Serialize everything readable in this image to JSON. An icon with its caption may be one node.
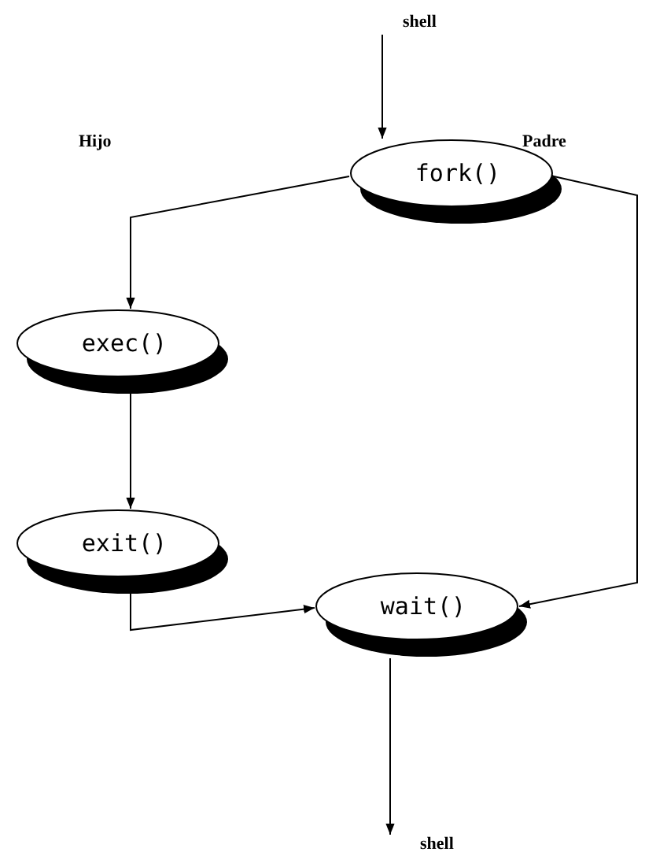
{
  "diagram": {
    "nodes": [
      {
        "text": [
          "shell"
        ]
      },
      {
        "text": [
          "fork()"
        ]
      },
      {
        "text": [
          "exec()"
        ]
      },
      {
        "text": [
          "exit()"
        ]
      },
      {
        "text": [
          "wait()"
        ]
      },
      {
        "text": [
          "shell"
        ]
      }
    ],
    "edges": [
      {
        "from": 0,
        "to": 1,
        "arrow": "to"
      },
      {
        "from": 1,
        "to": 2,
        "arrow": "to",
        "label": "Hijo"
      },
      {
        "from": 2,
        "to": 3,
        "arrow": "to"
      },
      {
        "from": 3,
        "to": 4,
        "arrow": "to"
      },
      {
        "from": 1,
        "to": 4,
        "arrow": "to",
        "label": "Padre"
      },
      {
        "from": 4,
        "to": 5,
        "arrow": "to"
      }
    ]
  }
}
